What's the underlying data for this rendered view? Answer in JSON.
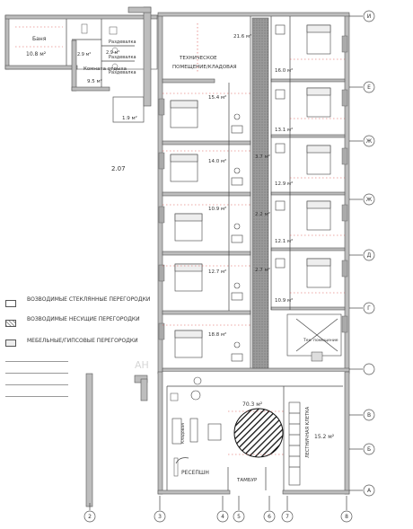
{
  "rooms": {
    "bath": {
      "name": "Баня",
      "area": "10.8 м²"
    },
    "rest": {
      "name": "Комната отдыха",
      "area": "9.5 м²"
    },
    "locker": {
      "area": "1.9 м²"
    },
    "razd1": "Раздевалка",
    "razd2": "Раздевалка",
    "razd3": "Раздевалка",
    "small1": "2.9 м²",
    "small2": "2.9 м²",
    "tech": "ТЕХНИЧЕСКОЕ ПОМЕЩЕНИЕ/КЛАДОВАЯ",
    "tech_area": "21.6 м²",
    "section_id": "2.07",
    "areas_left": [
      "15.4 м²",
      "14.0 м²",
      "10.9 м²",
      "12.7 м²",
      "18.8 м²"
    ],
    "areas_corr": [
      "3.7 м²",
      "2.2 м²",
      "2.7 м²"
    ],
    "areas_right": [
      "16.0 м²",
      "13.1 м²",
      "12.9 м²",
      "12.1 м²",
      "10.9 м²"
    ],
    "lobby": "70.3 м²",
    "right_bottom": "15.2 м²",
    "right_vertical": "ЛЕСТНИЧНАЯ КЛЕТКА",
    "reception": "РЕСЕПШН",
    "entry": "ТАМБУР",
    "storage_bottom": "Кладовая",
    "technical_right": "Тех. помещение",
    "watermark": "АН"
  },
  "legend": [
    {
      "label": "ВОЗВОДИМЫЕ СТЕКЛЯННЫЕ ПЕРЕГОРОДКИ",
      "style": "glass"
    },
    {
      "label": "ВОЗВОДИМЫЕ НЕСУЩИЕ ПЕРЕГОРОДКИ",
      "style": "load"
    },
    {
      "label": "МЕБЕЛЬНЫЕ/ГИПСОВЫЕ ПЕРЕГОРОДКИ",
      "style": "furniture"
    }
  ],
  "axes_right": [
    "И",
    "Е",
    "Ж",
    "Ж",
    "Д",
    "Г",
    "В",
    "Б",
    "А"
  ],
  "axes_bottom": [
    "2",
    "3",
    "4",
    "5",
    "6",
    "7",
    "8"
  ],
  "colors": {
    "wall": "#bdbdbd",
    "corridor": "#9e9e9e",
    "grid_red": "#d9534f"
  }
}
